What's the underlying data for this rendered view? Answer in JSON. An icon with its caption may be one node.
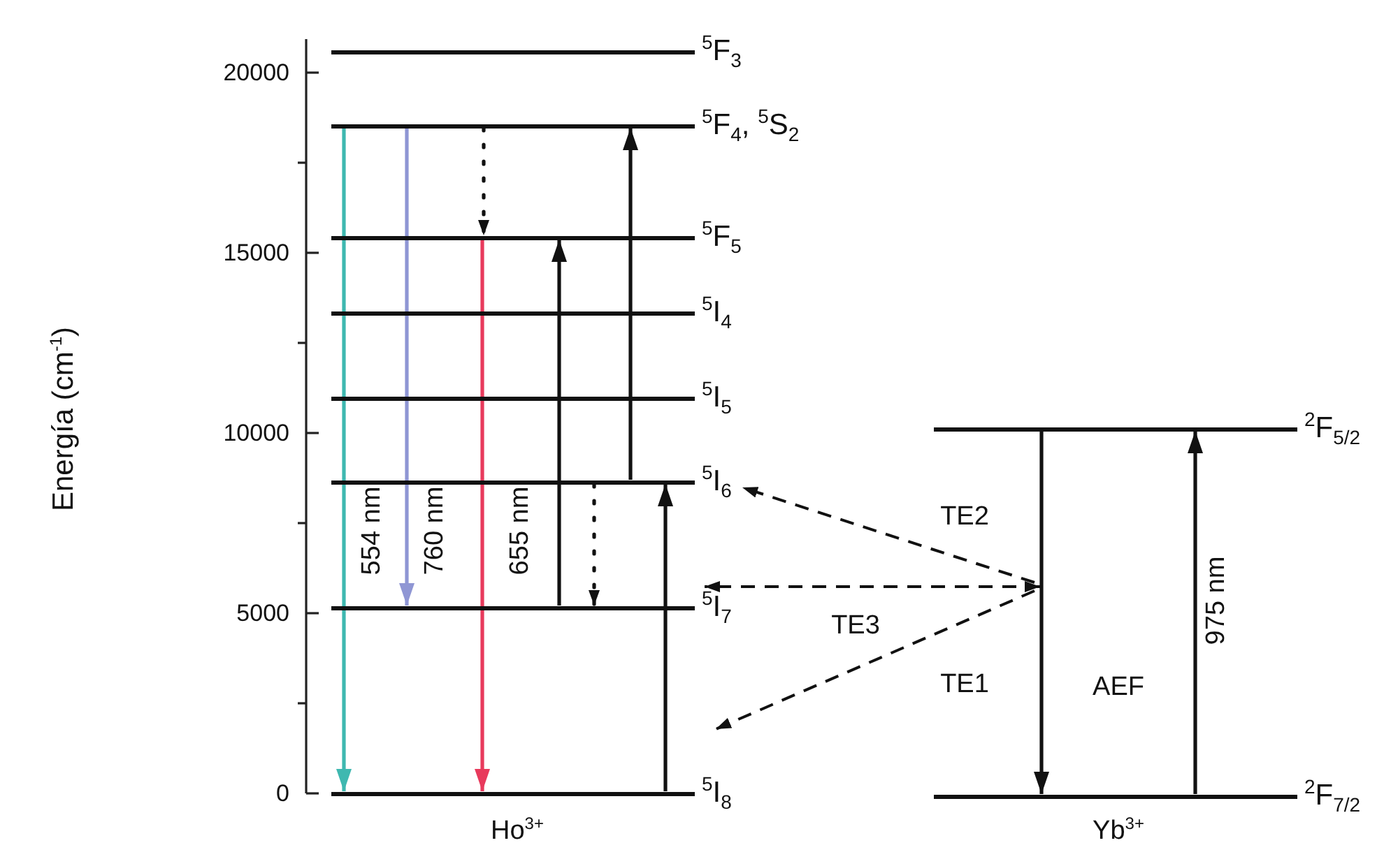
{
  "diagram": {
    "nodes": [
      {
        "text": [
          "$^{5}$F$_{3}$"
        ]
      },
      {
        "text": [
          "$^{5}$F$_{4}$, $^{5}$S$_{2}$"
        ]
      },
      {
        "text": [
          "$^{5}$F$_{5}$"
        ]
      },
      {
        "text": [
          "$^{5}$I$_{4}$"
        ]
      },
      {
        "text": [
          "$^{5}$I$_{5}$"
        ]
      },
      {
        "text": [
          "$^{5}$I$_{6}$"
        ]
      },
      {
        "text": [
          "$^{5}$I$_{7}$"
        ]
      },
      {
        "text": [
          "$^{5}$I$_{8}$"
        ]
      },
      {
        "text": [
          "$^{2}$F$_{5/2}$"
        ]
      },
      {
        "text": [
          "$^{2}$F$_{7/2}$"
        ]
      }
    ],
    "edges": [
      {
        "from": 1,
        "to": 7,
        "arrow": "to",
        "label": "554 nm",
        "color": "#3fb8b0"
      },
      {
        "from": 1,
        "to": 6,
        "arrow": "to",
        "label": "760 nm",
        "color": "#8f96d4"
      },
      {
        "from": 1,
        "to": 2,
        "arrow": "to",
        "style": "dashed"
      },
      {
        "from": 2,
        "to": 7,
        "arrow": "to",
        "label": "655 nm",
        "color": "#e83a5c"
      },
      {
        "from": 6,
        "to": 2,
        "arrow": "to"
      },
      {
        "from": 5,
        "to": 6,
        "arrow": "to",
        "style": "dashed"
      },
      {
        "from": 5,
        "to": 1,
        "arrow": "to"
      },
      {
        "from": 7,
        "to": 5,
        "arrow": "to"
      },
      {
        "from": 8,
        "to": 9,
        "arrow": "to"
      },
      {
        "from": 9,
        "to": 8,
        "arrow": "to",
        "label": "975 nm"
      },
      {
        "from": null,
        "to": 5,
        "arrow": "to",
        "label": "TE2",
        "style": "dashed"
      },
      {
        "from": null,
        "to": 6,
        "arrow": "both",
        "label": "TE3",
        "style": "dashed"
      },
      {
        "from": null,
        "to": 7,
        "arrow": "to",
        "label": "TE1",
        "style": "dashed"
      }
    ],
    "labels": [
      "20000",
      "15000",
      "10000",
      "5000",
      "0",
      "Energía (cm$^{-1}$)",
      "AEF",
      "Ho$^{3+}$",
      "Yb$^{3+}$"
    ]
  }
}
